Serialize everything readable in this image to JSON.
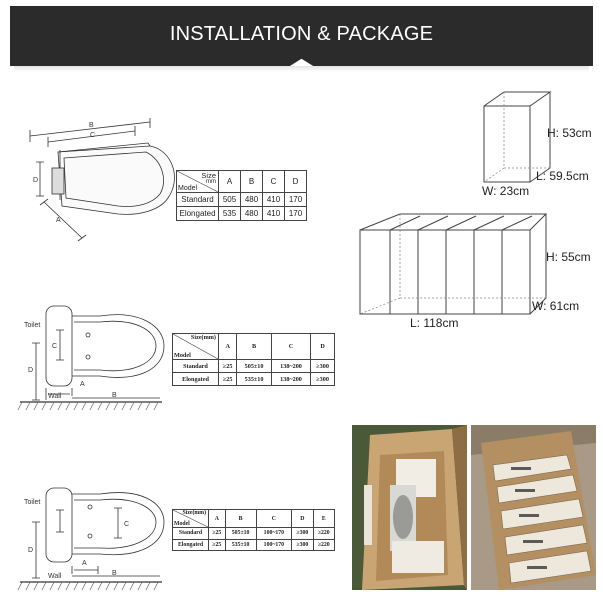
{
  "banner": {
    "title": "INSTALLATION & PACKAGE"
  },
  "diagram1": {
    "labels": {
      "b": "B",
      "c": "C",
      "d": "D",
      "a": "A"
    }
  },
  "table1": {
    "corner_size": "Size",
    "corner_unit": "mm",
    "corner_model": "Model",
    "columns": [
      "A",
      "B",
      "C",
      "D"
    ],
    "rows": [
      {
        "model": "Standard",
        "values": [
          "505",
          "480",
          "410",
          "170"
        ]
      },
      {
        "model": "Elongated",
        "values": [
          "535",
          "480",
          "410",
          "170"
        ]
      }
    ]
  },
  "diagram2": {
    "labels": {
      "toilet": "Toilet",
      "wall": "Wall",
      "a": "A",
      "b": "B",
      "c": "C",
      "d": "D"
    }
  },
  "table2": {
    "corner_size": "Size(mm)",
    "corner_model": "Model",
    "columns": [
      "A",
      "B",
      "C",
      "D"
    ],
    "rows": [
      {
        "model": "Standard",
        "values": [
          "≥25",
          "505±10",
          "138~200",
          "≥300"
        ]
      },
      {
        "model": "Elongated",
        "values": [
          "≥25",
          "535±10",
          "138~200",
          "≥300"
        ]
      }
    ]
  },
  "diagram3": {
    "labels": {
      "toilet": "Toilet",
      "wall": "Wall",
      "a": "A",
      "b": "B",
      "c": "C",
      "d": "D"
    }
  },
  "table3": {
    "corner_size": "Size(mm)",
    "corner_model": "Model",
    "columns": [
      "A",
      "B",
      "C",
      "D",
      "E"
    ],
    "rows": [
      {
        "model": "Standard",
        "values": [
          "≥25",
          "505±10",
          "100~170",
          "≥300",
          "≥220"
        ]
      },
      {
        "model": "Elongated",
        "values": [
          "≥25",
          "535±10",
          "100~170",
          "≥300",
          "≥220"
        ]
      }
    ]
  },
  "single_box": {
    "height": "H: 53cm",
    "length": "L: 59.5cm",
    "width": "W: 23cm"
  },
  "carton": {
    "height": "H: 55cm",
    "width": "W: 61cm",
    "length": "L: 118cm"
  },
  "photos": {
    "left": "single-box-photo",
    "right": "carton-photo"
  },
  "colors": {
    "banner": "#2b2b2b",
    "banner_text": "#ffffff",
    "line": "#333333"
  }
}
